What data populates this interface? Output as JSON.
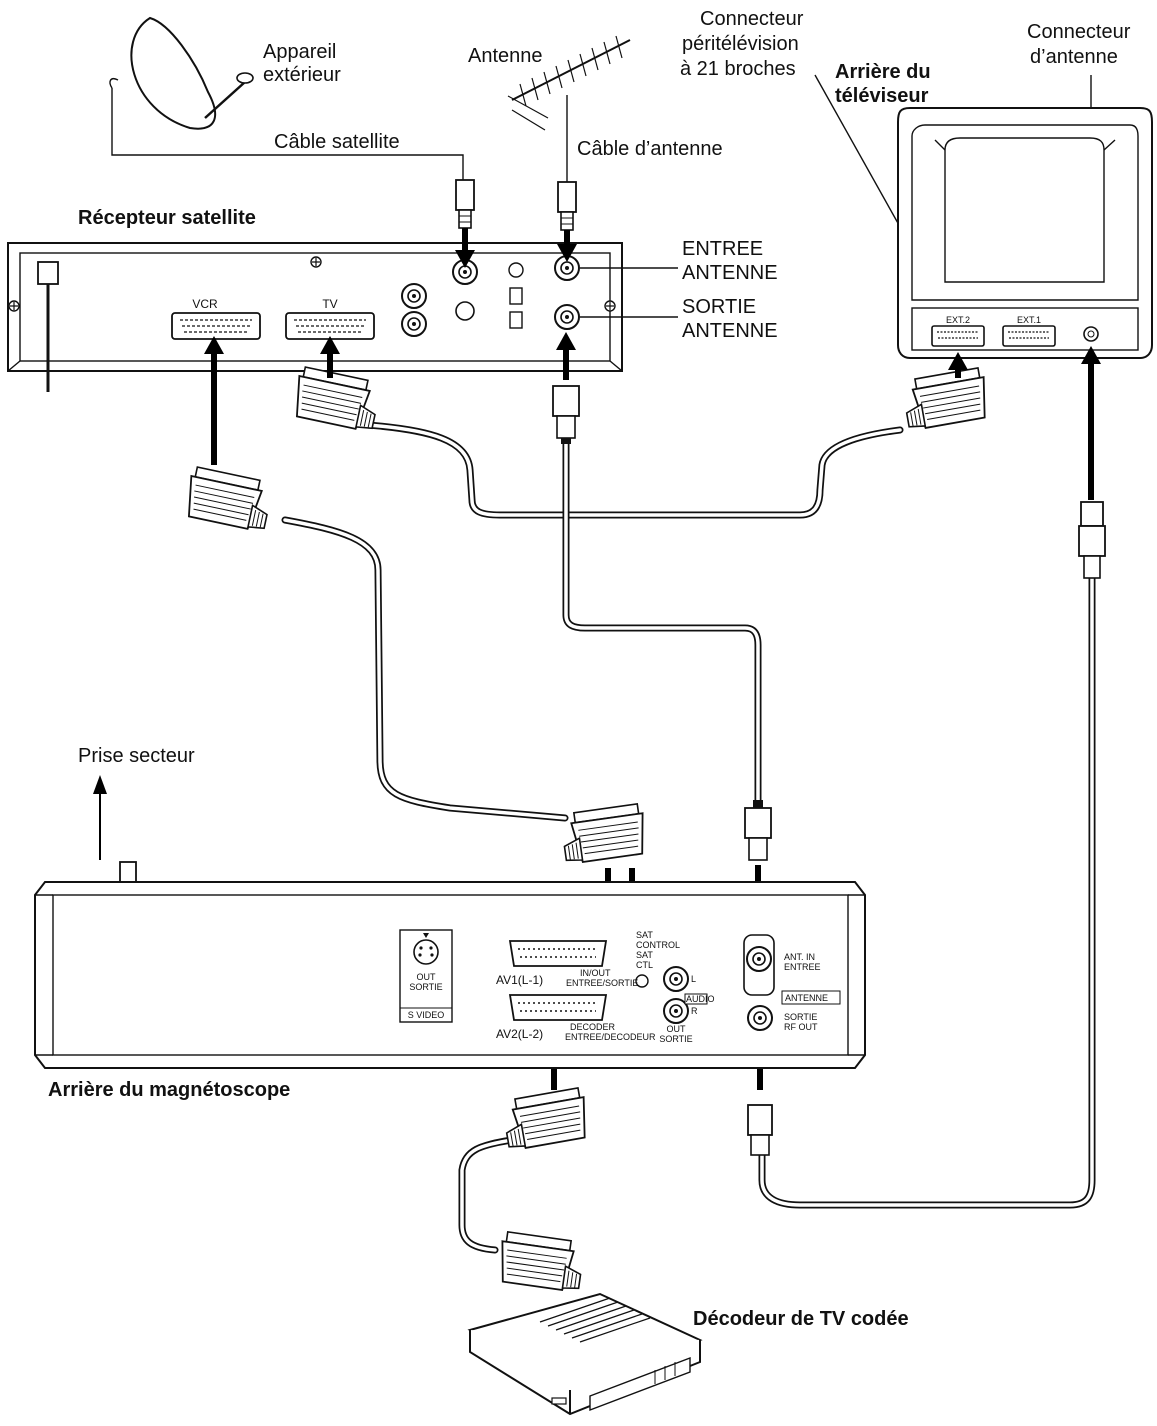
{
  "labels": {
    "appareil_exterieur": [
      "Appareil",
      "extérieur"
    ],
    "cable_satellite": "Câble satellite",
    "antenne": "Antenne",
    "cable_antenne": "Câble d’antenne",
    "connecteur_peritel": [
      "Connecteur",
      "péritélévision",
      "à 21 broches"
    ],
    "connecteur_antenne": [
      "Connecteur",
      "d’antenne"
    ],
    "arriere_televiseur": [
      "Arrière du",
      "téléviseur"
    ],
    "recepteur_satellite": "Récepteur satellite",
    "entree_antenne": [
      "ENTREE",
      "ANTENNE"
    ],
    "sortie_antenne": [
      "SORTIE",
      "ANTENNE"
    ],
    "prise_secteur": "Prise secteur",
    "arriere_magnetoscope": "Arrière du magnétoscope",
    "decodeur": "Décodeur de TV codée"
  },
  "receiver": {
    "vcr": "VCR",
    "tv": "TV"
  },
  "tv": {
    "ext2": "EXT.2",
    "ext1": "EXT.1"
  },
  "vcr": {
    "av1": "AV1(L-1)",
    "av1_sub": [
      "IN/OUT",
      "ENTREE/SORTIE"
    ],
    "av2": "AV2(L-2)",
    "av2_sub": [
      "DECODER",
      "ENTREE/DECODEUR"
    ],
    "sat_control": [
      "SAT",
      "CONTROL",
      "SAT",
      "CTL"
    ],
    "s_video_out": [
      "OUT",
      "SORTIE"
    ],
    "s_video": "S VIDEO",
    "audio_l": "L",
    "audio": "AUDIO",
    "audio_r": "R",
    "audio_out": [
      "OUT",
      "SORTIE"
    ],
    "ant_in": [
      "ANT. IN",
      "ENTREE"
    ],
    "antenne": "ANTENNE",
    "rf_out": [
      "SORTIE",
      "RF OUT"
    ]
  }
}
